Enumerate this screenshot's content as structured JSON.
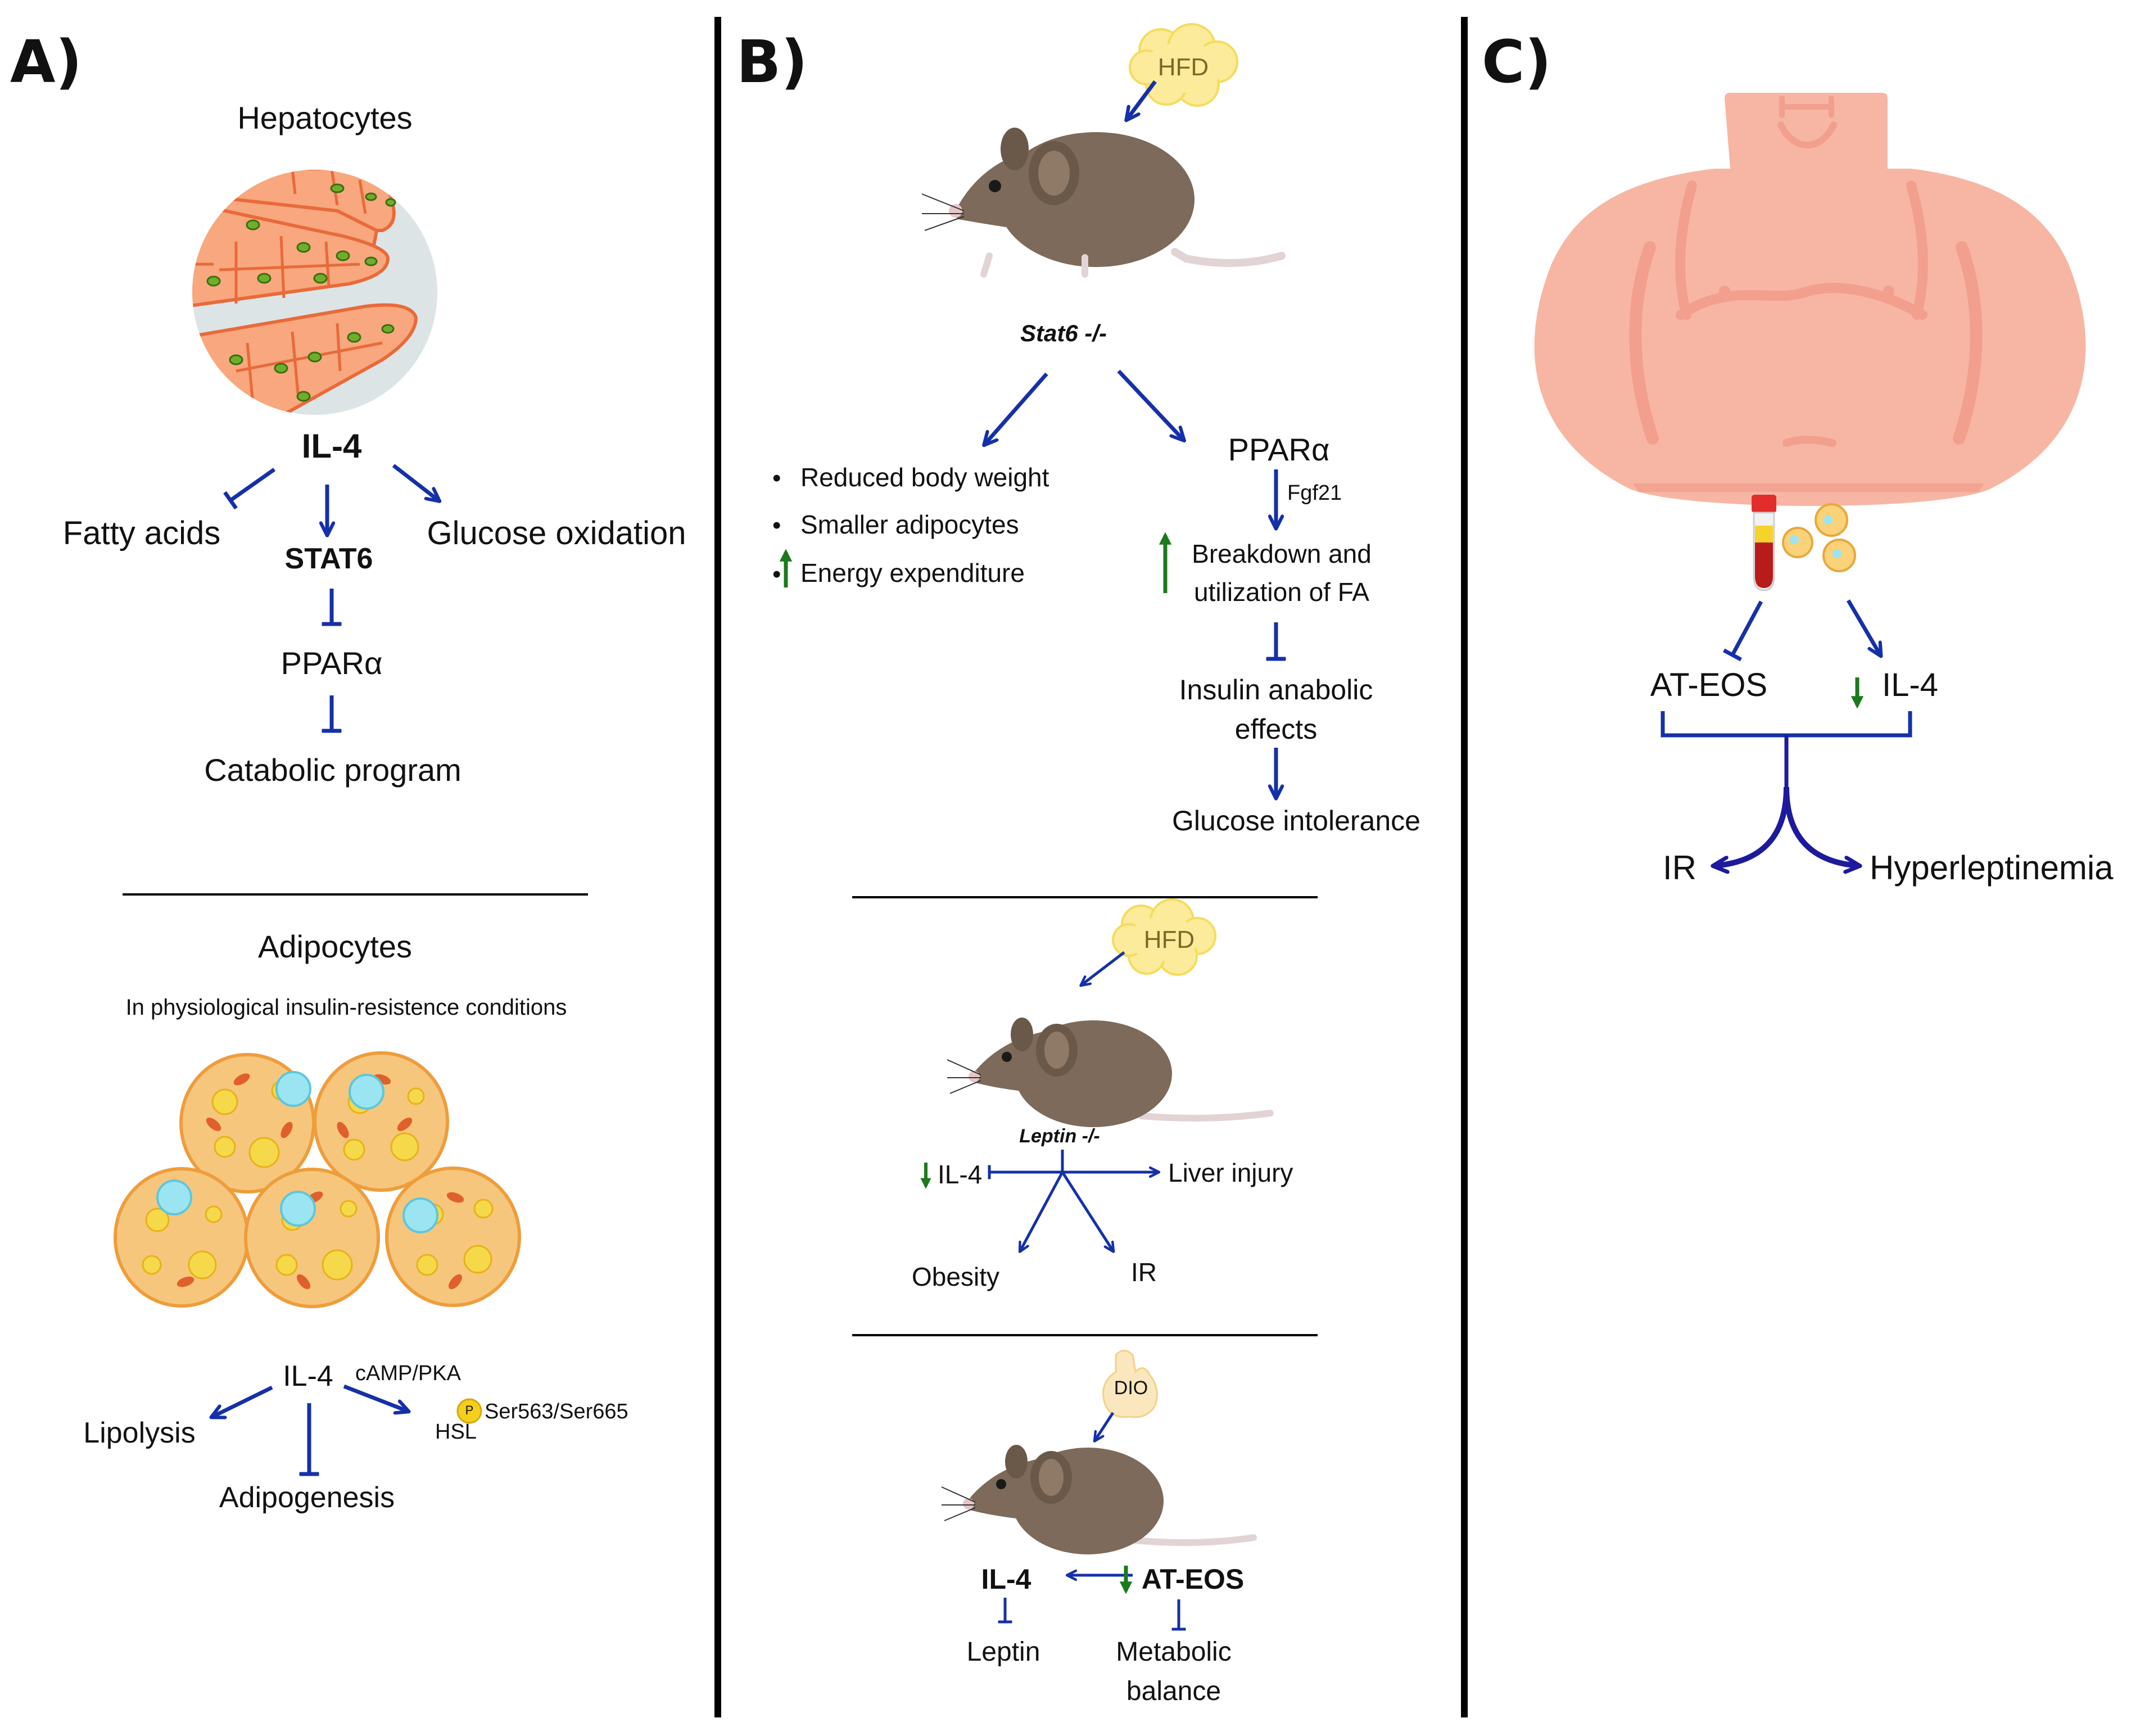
{
  "panels": {
    "a": {
      "letter": "A)",
      "hepatocytes": {
        "title": "Hepatocytes",
        "il4": "IL-4",
        "fatty_acids": "Fatty acids",
        "stat6": "STAT6",
        "glucose_oxidation": "Glucose oxidation",
        "ppara": "PPARα",
        "catabolic": "Catabolic program"
      },
      "adipocytes": {
        "title": "Adipocytes",
        "subtitle": "In physiological insulin-resistence conditions",
        "il4": "IL-4",
        "camp": "cAMP/PKA",
        "lipolysis": "Lipolysis",
        "p": "P",
        "ser": "Ser563/Ser665",
        "hsl": "HSL",
        "adipogenesis": "Adipogenesis"
      }
    },
    "b": {
      "letter": "B)",
      "top": {
        "hfd": "HFD",
        "genotype": "Stat6 -/-",
        "bullets": [
          "Reduced body weight",
          "Smaller adipocytes",
          "Energy expenditure"
        ],
        "ppara": "PPARα",
        "fgf21": "Fgf21",
        "breakdown_1": "Breakdown and",
        "breakdown_2": "utilization of FA",
        "insulin_1": "Insulin anabolic",
        "insulin_2": "effects",
        "glucose": "Glucose intolerance"
      },
      "middle": {
        "hfd": "HFD",
        "genotype": "Leptin -/-",
        "il4": "IL-4",
        "liver": "Liver injury",
        "obesity": "Obesity",
        "ir": "IR"
      },
      "bottom": {
        "dio": "DIO",
        "il4": "IL-4",
        "ateos": "AT-EOS",
        "leptin": "Leptin",
        "metabolic_1": "Metabolic",
        "metabolic_2": "balance"
      }
    },
    "c": {
      "letter": "C)",
      "ateos": "AT-EOS",
      "il4": "IL-4",
      "ir": "IR",
      "hyper": "Hyperleptinemia"
    }
  },
  "colors": {
    "arrow": "#1530a8",
    "arrow_dark": "#1d1a9e",
    "up_down": "#1b7a1b",
    "mouse_body": "#7d6a5a",
    "belly_skin": "#f7b6a3",
    "hfd_blob": "#fbeb9a"
  }
}
